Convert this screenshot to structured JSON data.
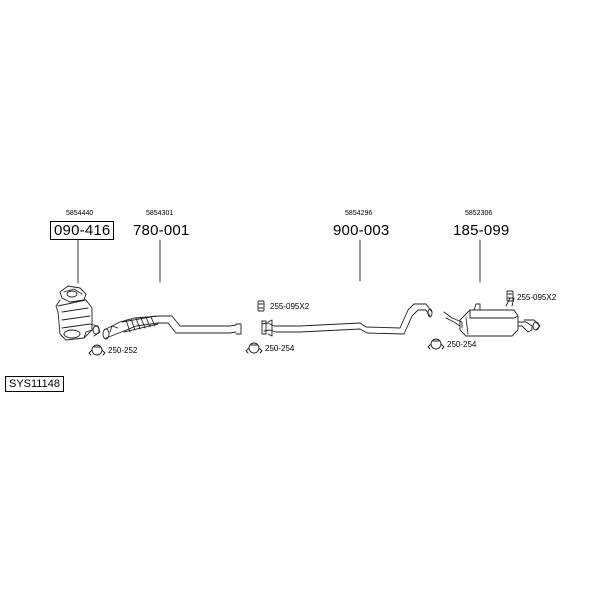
{
  "system": {
    "code": "SYS11148"
  },
  "parts": [
    {
      "ref": "5854440",
      "part_no": "090-416",
      "boxed": true
    },
    {
      "ref": "5854301",
      "part_no": "780-001"
    },
    {
      "ref": "5854296",
      "part_no": "900-003"
    },
    {
      "ref": "5852306",
      "part_no": "185-099"
    }
  ],
  "accessories": [
    {
      "label": "250-252",
      "icon": "clamp-icon"
    },
    {
      "label": "255-095X2",
      "icon": "mounting-rubber-icon"
    },
    {
      "label": "250-254",
      "icon": "clamp-icon"
    },
    {
      "label": "250-254",
      "icon": "clamp-icon"
    },
    {
      "label": "255-095X2",
      "icon": "mounting-rubber-icon"
    }
  ]
}
